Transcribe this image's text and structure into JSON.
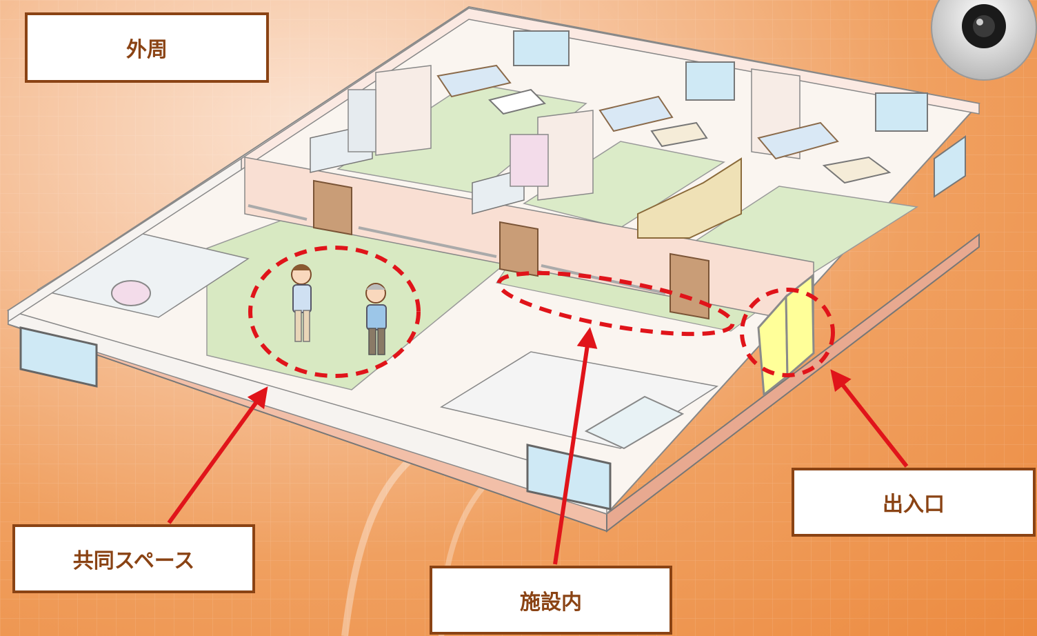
{
  "labels": {
    "outer": "外周",
    "common_space": "共同スペース",
    "inside": "施設内",
    "entrance": "出入口"
  },
  "colors": {
    "label_border": "#8a4314",
    "label_text": "#8a4314",
    "highlight": "#e0141a",
    "door_highlight": "#ffff99"
  },
  "icons": {
    "camera": "dome-camera-icon"
  }
}
